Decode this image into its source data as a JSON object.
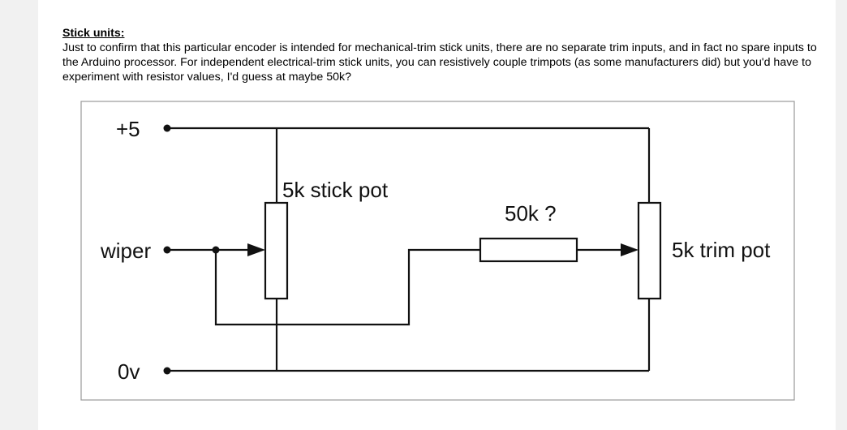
{
  "document": {
    "heading": "Stick units:",
    "paragraph": "Just to confirm that this particular encoder is intended for mechanical-trim stick units, there are no separate trim inputs, and in fact no spare inputs to the Arduino processor.  For independent electrical-trim stick units, you can resistively couple trimpots (as some manufacturers did) but you'd have to experiment with resistor values, I'd guess at maybe 50k?"
  },
  "diagram": {
    "labels": {
      "plus5": "+5",
      "wiper": "wiper",
      "ov": "0v",
      "stick_pot": "5k stick pot",
      "resistor": "50k ?",
      "trim_pot": "5k trim pot"
    },
    "colors": {
      "wire": "#111111",
      "frame": "#999999"
    }
  }
}
